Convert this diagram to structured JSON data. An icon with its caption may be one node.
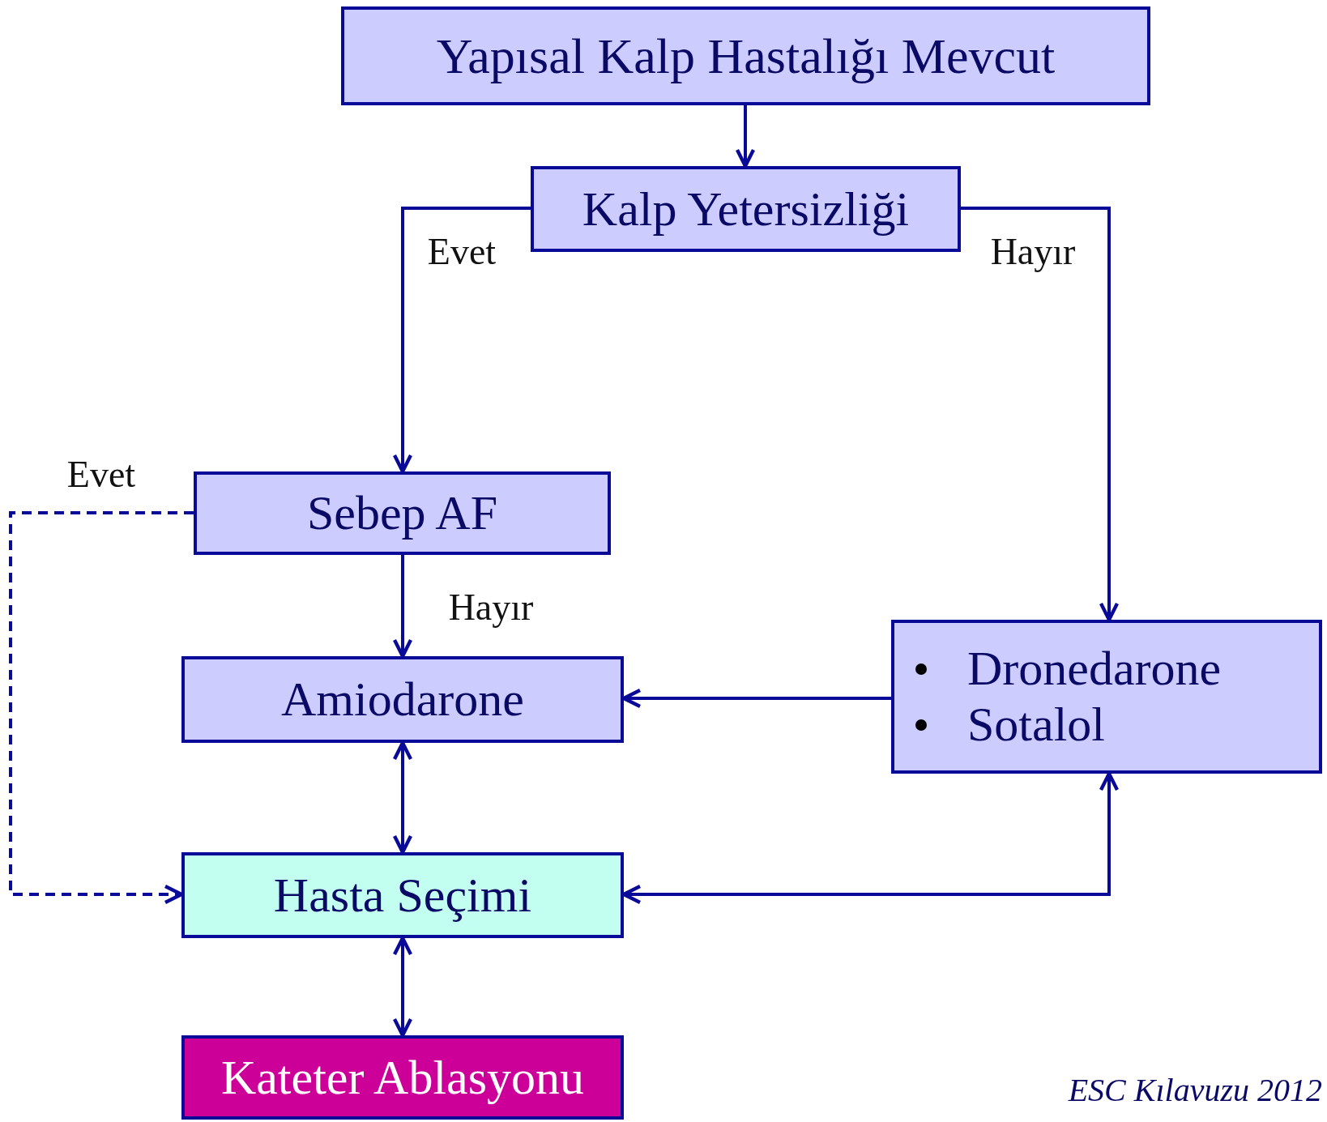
{
  "diagram": {
    "nodes": [
      {
        "text": [
          "Yapısal Kalp Hastalığı Mevcut"
        ]
      },
      {
        "text": [
          "Kalp Yetersizliği"
        ]
      },
      {
        "text": [
          "Sebep AF"
        ]
      },
      {
        "text": [
          "Amiodarone"
        ]
      },
      {
        "text": [
          "Dronedarone",
          "Sotalol"
        ]
      },
      {
        "text": [
          "Hasta Seçimi"
        ]
      },
      {
        "text": [
          "Kateter Ablasyonu"
        ]
      }
    ],
    "edges": [
      {
        "from": 0,
        "to": 1,
        "arrow": "to"
      },
      {
        "from": 1,
        "to": 2,
        "arrow": "to",
        "label": "Evet"
      },
      {
        "from": 1,
        "to": 4,
        "arrow": "to",
        "label": "Hayır"
      },
      {
        "from": 2,
        "to": 3,
        "arrow": "to",
        "label": "Hayır"
      },
      {
        "from": 2,
        "to": 5,
        "arrow": "to",
        "label": "Evet",
        "style": "dashed"
      },
      {
        "from": 4,
        "to": 3,
        "arrow": "to"
      },
      {
        "from": 3,
        "to": 5,
        "arrow": "both"
      },
      {
        "from": 4,
        "to": 5,
        "arrow": "both"
      },
      {
        "from": 5,
        "to": 6,
        "arrow": "both"
      }
    ],
    "labels": [
      "ESC Kılavuzu 2012"
    ]
  }
}
